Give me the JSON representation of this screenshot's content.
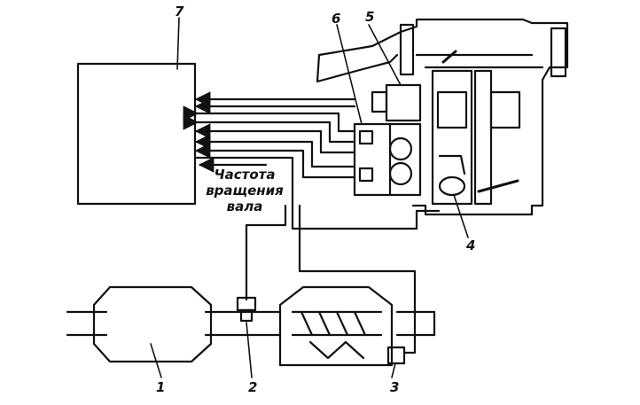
{
  "callouts": {
    "n1": "1",
    "n2": "2",
    "n3": "3",
    "n4": "4",
    "n5": "5",
    "n6": "6",
    "n7": "7"
  },
  "caption": {
    "line1": "Частота",
    "line2": "вращения",
    "line3": "вала"
  },
  "colors": {
    "ink": "#111111",
    "paper": "#ffffff"
  }
}
